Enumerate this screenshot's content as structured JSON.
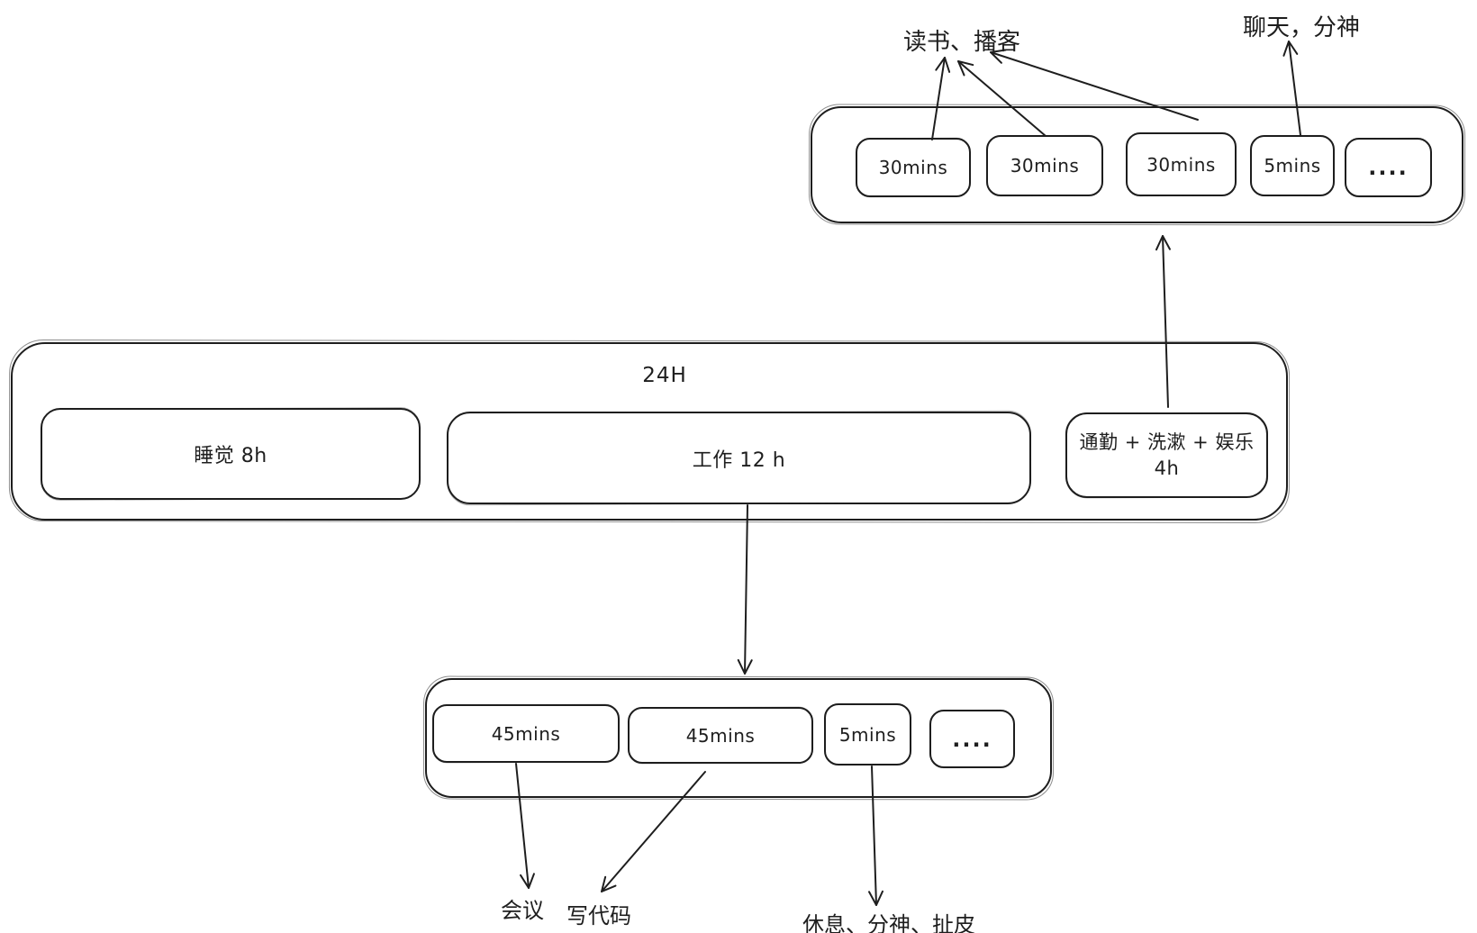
{
  "colors": {
    "background": "#ffffff",
    "stroke": "#1e1e1e"
  },
  "day_overview": {
    "title": "24H",
    "sleep_label": "睡觉 8h",
    "work_label": "工作 12 h",
    "commute_line1": "通勤 + 洗漱 + 娱乐",
    "commute_line2": "4h"
  },
  "free_time_breakdown": {
    "slots": [
      "30mins",
      "30mins",
      "30mins",
      "5mins",
      "...."
    ]
  },
  "work_breakdown": {
    "slots": [
      "45mins",
      "45mins",
      "5mins",
      "...."
    ]
  },
  "annotations": {
    "reading_podcast": "读书、播客",
    "chat_distraction": "聊天，分神",
    "meeting": "会议",
    "coding": "写代码",
    "rest_distraction_chat": "休息、分神、扯皮"
  }
}
